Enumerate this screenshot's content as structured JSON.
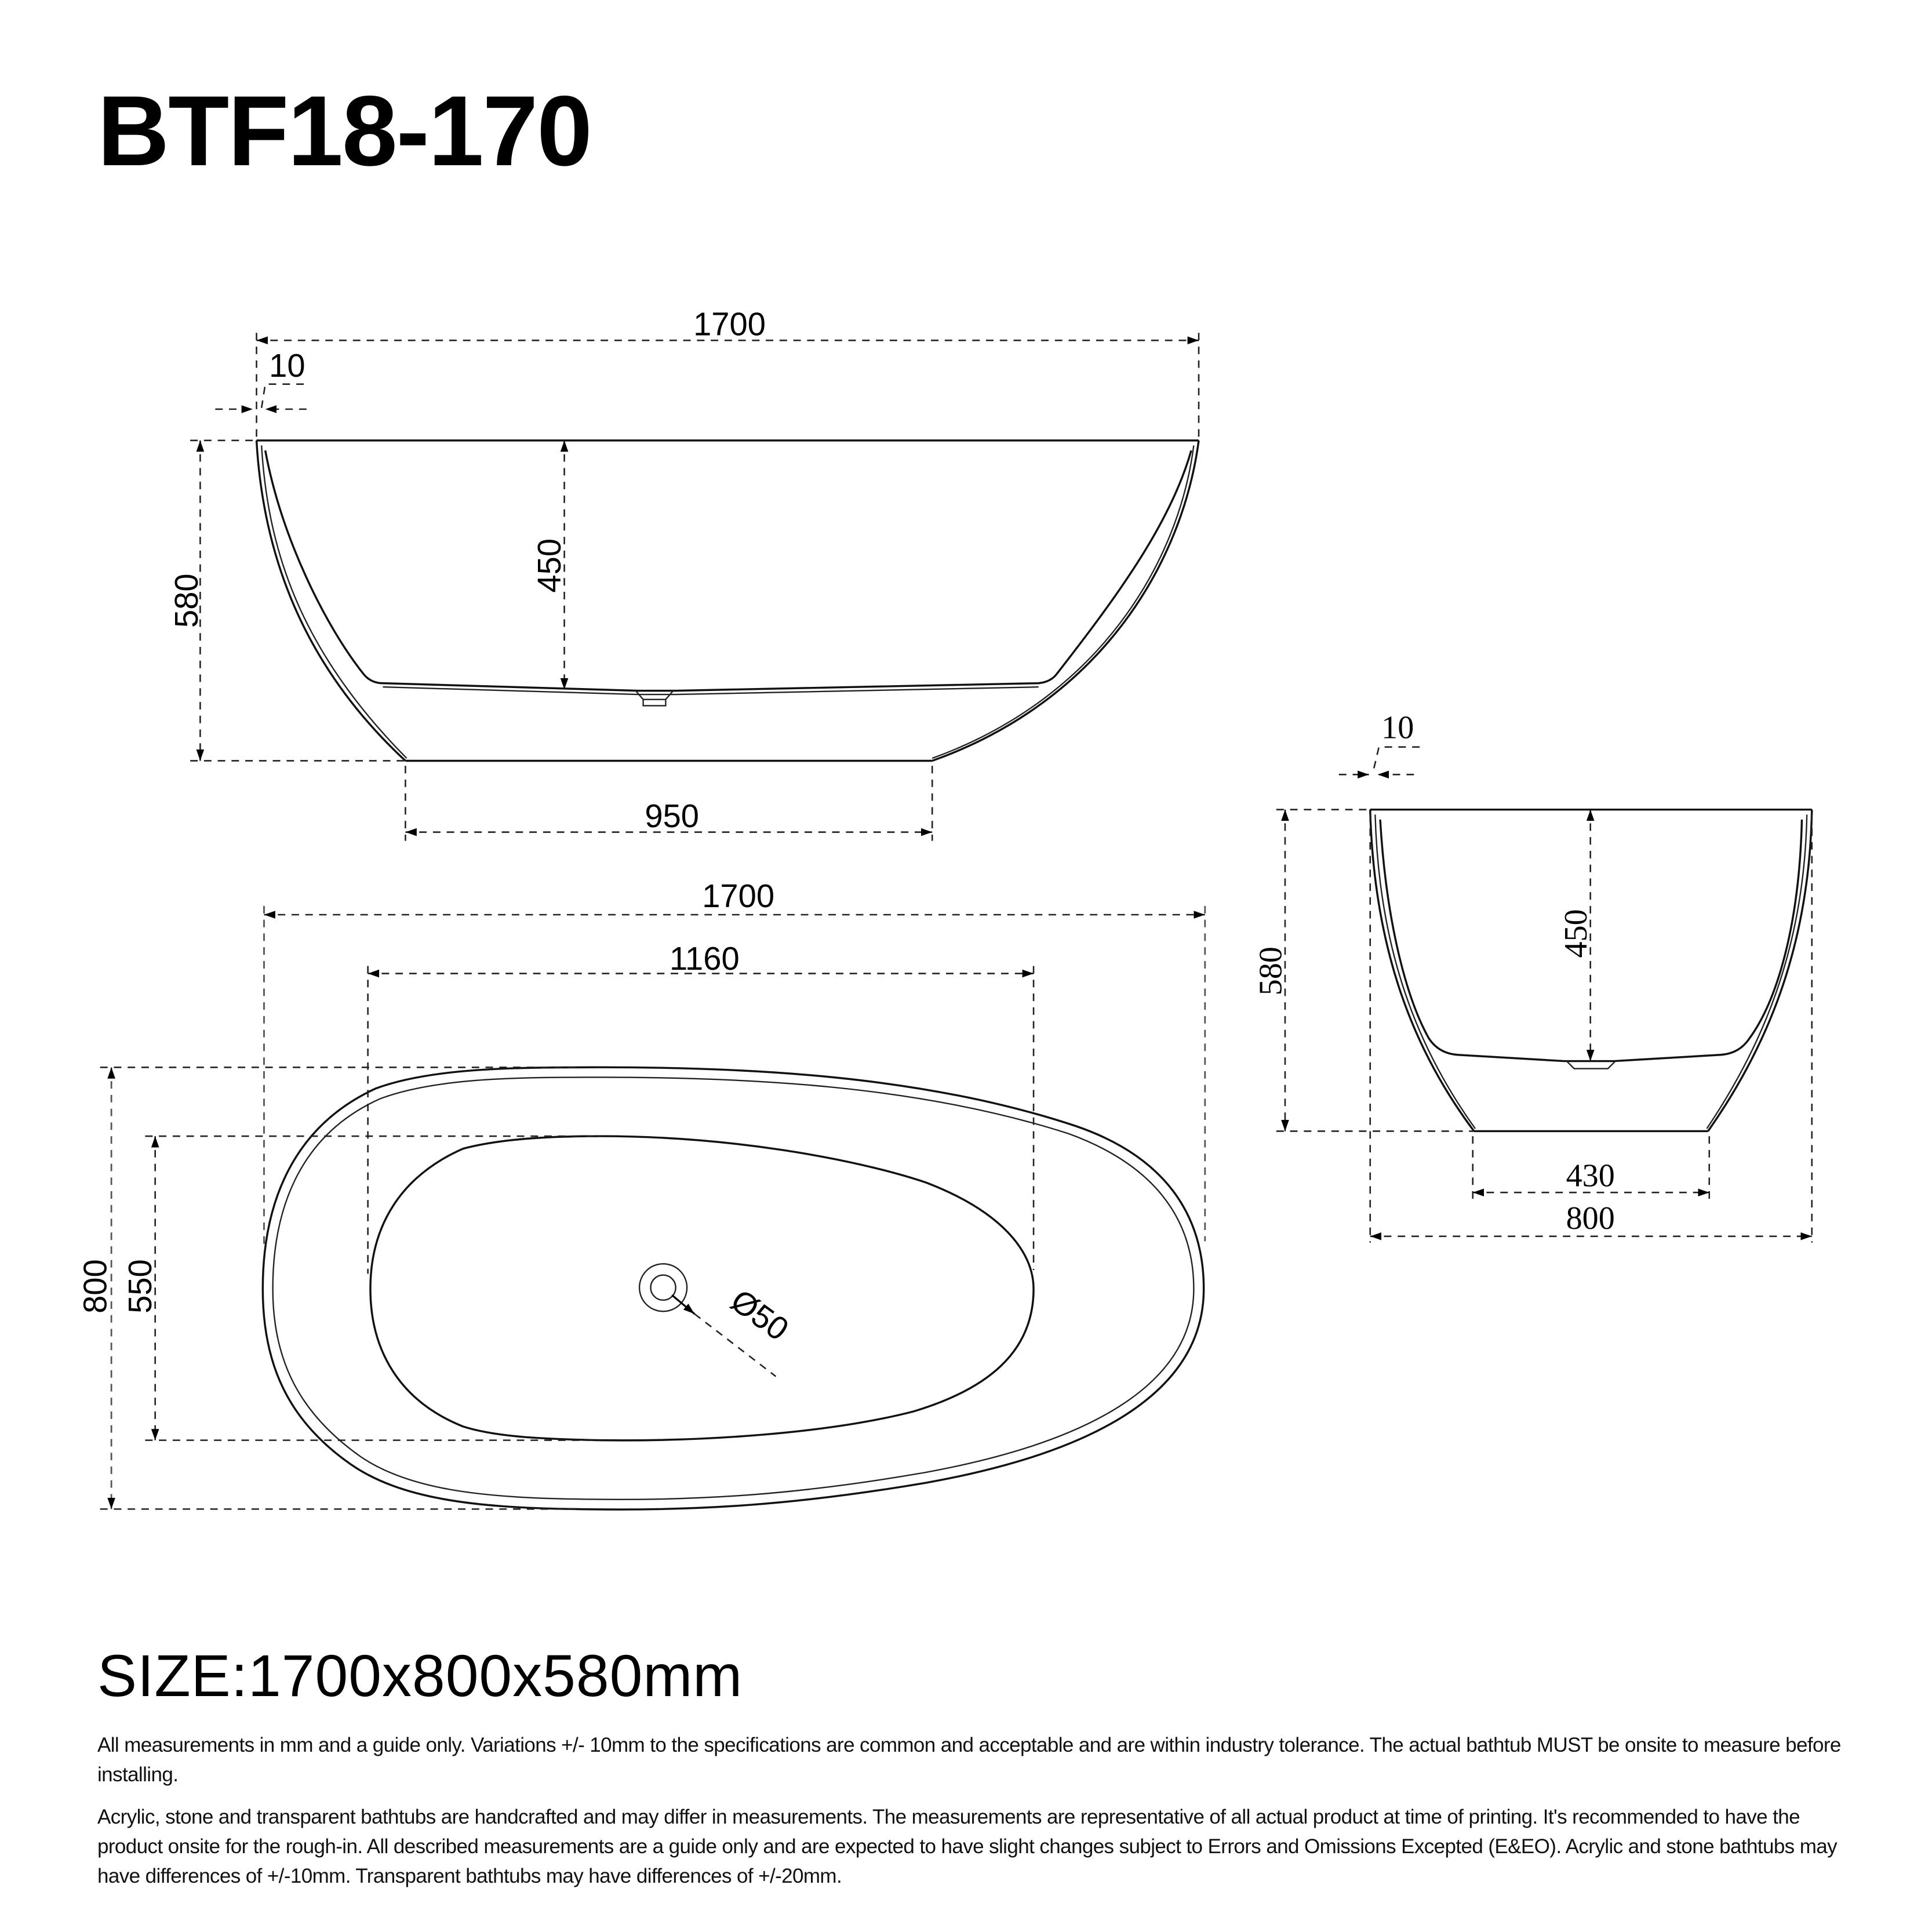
{
  "header": {
    "model": "BTF18-170"
  },
  "views": {
    "side_elevation": {
      "overall_length": "1700",
      "rim_thickness": "10",
      "overall_height": "580",
      "inner_depth": "450",
      "base_length": "950"
    },
    "plan": {
      "overall_length": "1700",
      "inner_length": "1160",
      "overall_width": "800",
      "inner_width": "550",
      "drain_diameter": "Ø50"
    },
    "end_elevation": {
      "rim_thickness": "10",
      "overall_height": "580",
      "inner_depth": "450",
      "base_width": "430",
      "overall_width": "800"
    }
  },
  "footer": {
    "size_label": "SIZE:1700x800x580mm",
    "notes": [
      "All measurements in mm and a guide only. Variations +/- 10mm to the specifications are common and acceptable and are within industry tolerance. The actual bathtub MUST be onsite to measure before installing.",
      "Acrylic, stone and transparent bathtubs are handcrafted and may differ in measurements. The measurements are representative of all actual product at time of printing. It's recommended to have the product onsite for the rough-in. All described measurements are a guide only and are expected to have slight changes subject to Errors and Omissions Excepted (E&EO). Acrylic and stone bathtubs may have differences of +/-10mm. Transparent bathtubs may have differences of +/-20mm."
    ]
  }
}
